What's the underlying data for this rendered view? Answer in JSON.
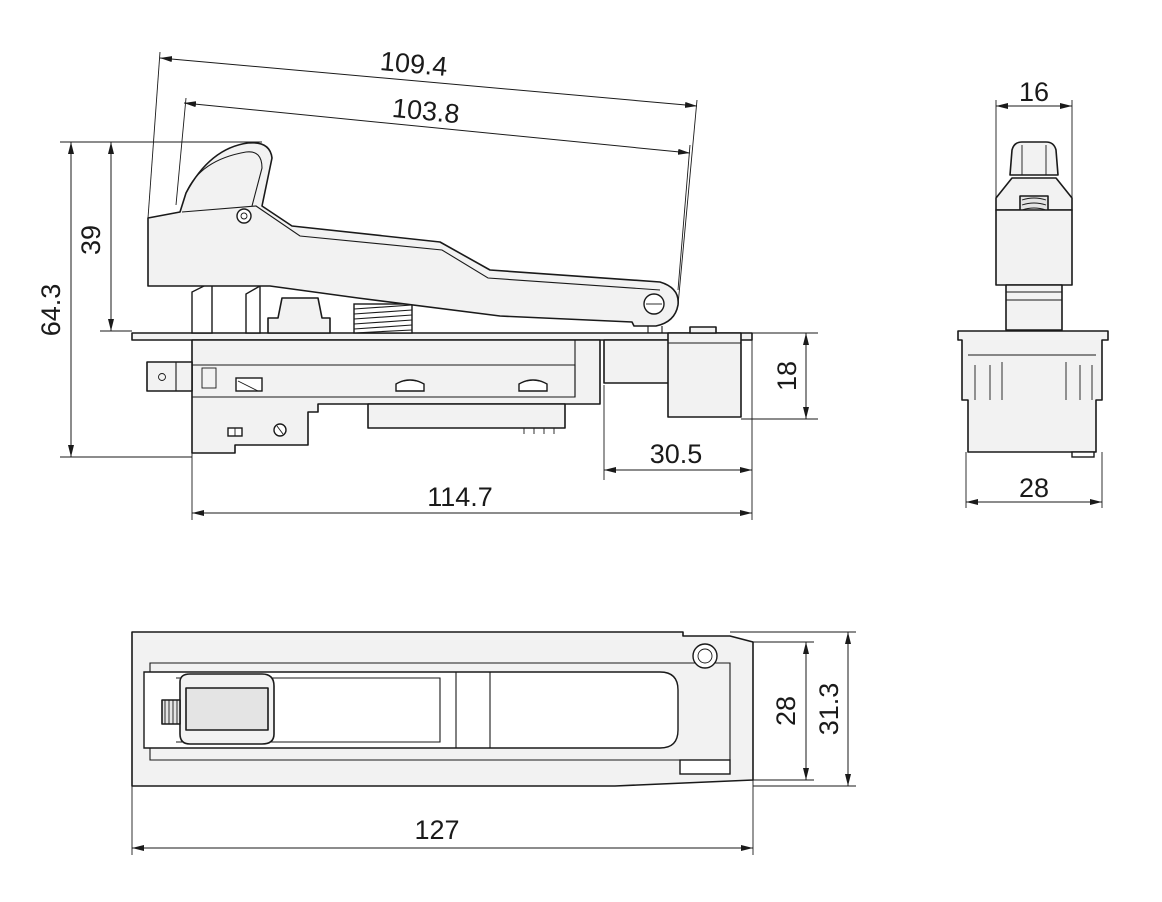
{
  "drawing": {
    "dimensions": {
      "trigger_length_outer": "109.4",
      "trigger_length_inner": "103.8",
      "overall_height": "64.3",
      "trigger_height": "39",
      "body_height": "18",
      "front_length": "30.5",
      "body_length": "114.7",
      "side_top_width": "16",
      "side_base_width": "28",
      "top_inner_width": "28",
      "top_outer_width": "31.3",
      "top_length": "127"
    }
  }
}
